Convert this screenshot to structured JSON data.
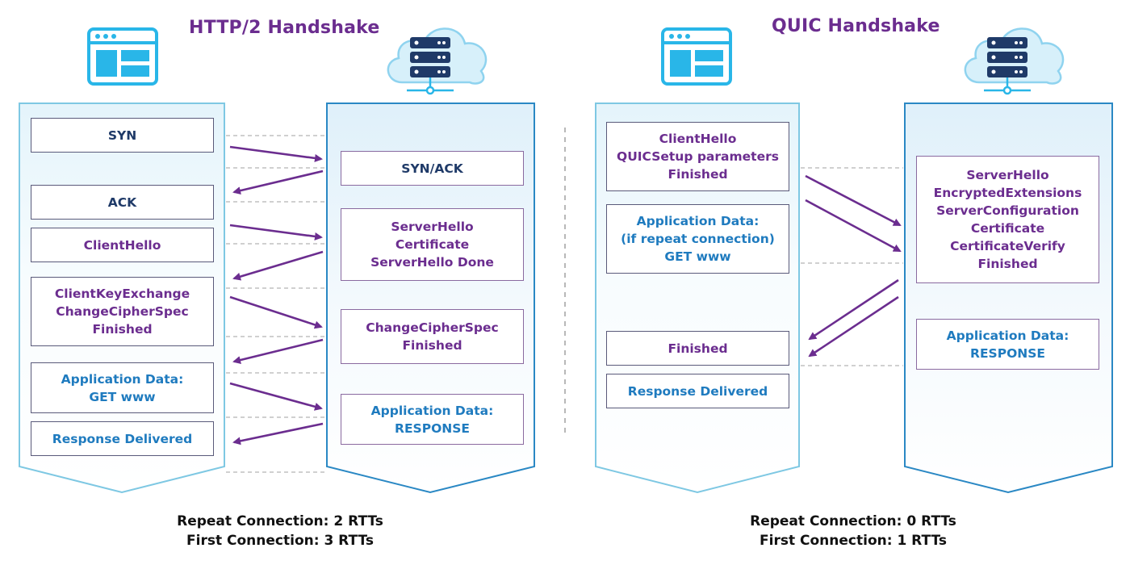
{
  "http2": {
    "title": "HTTP/2 Handshake",
    "client_boxes": [
      {
        "lines": [
          "SYN"
        ]
      },
      {
        "lines": [
          "ACK"
        ]
      },
      {
        "lines": [
          "ClientHello"
        ]
      },
      {
        "lines": [
          "ClientKeyExchange",
          "ChangeCipherSpec",
          "Finished"
        ]
      },
      {
        "lines": [
          "Application Data:",
          "GET www"
        ]
      },
      {
        "lines": [
          "Response Delivered"
        ]
      }
    ],
    "server_boxes": [
      {
        "lines": [
          "SYN/ACK"
        ]
      },
      {
        "lines": [
          "ServerHello",
          "Certificate",
          "ServerHello Done"
        ]
      },
      {
        "lines": [
          "ChangeCipherSpec",
          "Finished"
        ]
      },
      {
        "lines": [
          "Application Data:",
          "RESPONSE"
        ]
      }
    ],
    "footer": [
      "Repeat Connection: 2 RTTs",
      "First Connection: 3 RTTs"
    ]
  },
  "quic": {
    "title": "QUIC Handshake",
    "client_boxes": [
      {
        "lines": [
          "ClientHello",
          "QUICSetup parameters",
          "Finished"
        ]
      },
      {
        "lines": [
          "Application Data:",
          "(if repeat connection)",
          "GET www"
        ]
      },
      {
        "lines": [
          "Finished"
        ]
      },
      {
        "lines": [
          "Response Delivered"
        ]
      }
    ],
    "server_boxes": [
      {
        "lines": [
          "ServerHello",
          "EncryptedExtensions",
          "ServerConfiguration",
          "Certificate",
          "CertificateVerify",
          "Finished"
        ]
      },
      {
        "lines": [
          "Application Data:",
          "RESPONSE"
        ]
      }
    ],
    "footer": [
      "Repeat Connection: 0 RTTs",
      "First Connection: 1 RTTs"
    ]
  },
  "colors": {
    "title": "#6b2d8f",
    "arrow": "#6b2d8f",
    "lane_border": "#7ec8e3",
    "lane_fill_top": "#e6f5fb",
    "icon": "#29b6e8",
    "server_icon": "#1f3a68"
  },
  "icons": [
    "browser-window-icon",
    "cloud-server-icon"
  ]
}
